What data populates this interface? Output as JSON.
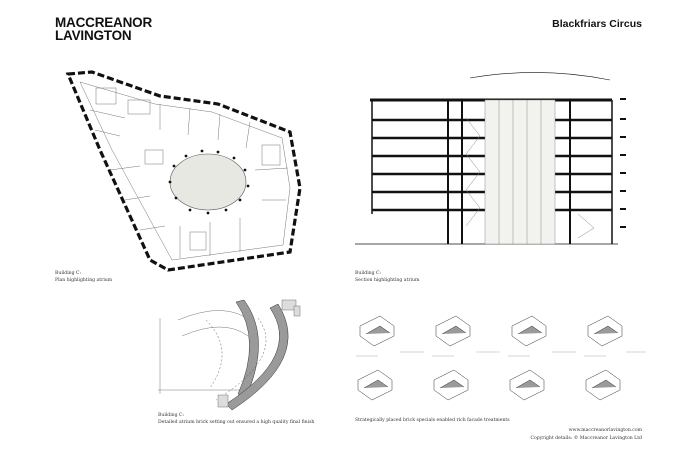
{
  "header": {
    "logo_line1": "MACCREANOR",
    "logo_line2": "LAVINGTON",
    "project_title": "Blackfriars Circus"
  },
  "captions": {
    "plan": {
      "title": "Building C:",
      "subtitle": "Plan highlighting atrium"
    },
    "section": {
      "title": "Building C:",
      "subtitle": "Section highlighting atrium"
    },
    "detail": {
      "title": "Building C:",
      "subtitle": "Detailed atrium brick setting out ensured a high quality final finish"
    },
    "specials": {
      "text": "Strategically placed brick specials enabled rich facade treatments"
    }
  },
  "footer": {
    "website": "www.maccreanorlavington.com",
    "copyright": "Copyright details: © Maccreanor Lavington Ltd"
  },
  "colors": {
    "ink": "#111111",
    "linework": "#666666",
    "atrium_fill": "#e8e8e2",
    "brick_fill": "#9a9a9a"
  }
}
